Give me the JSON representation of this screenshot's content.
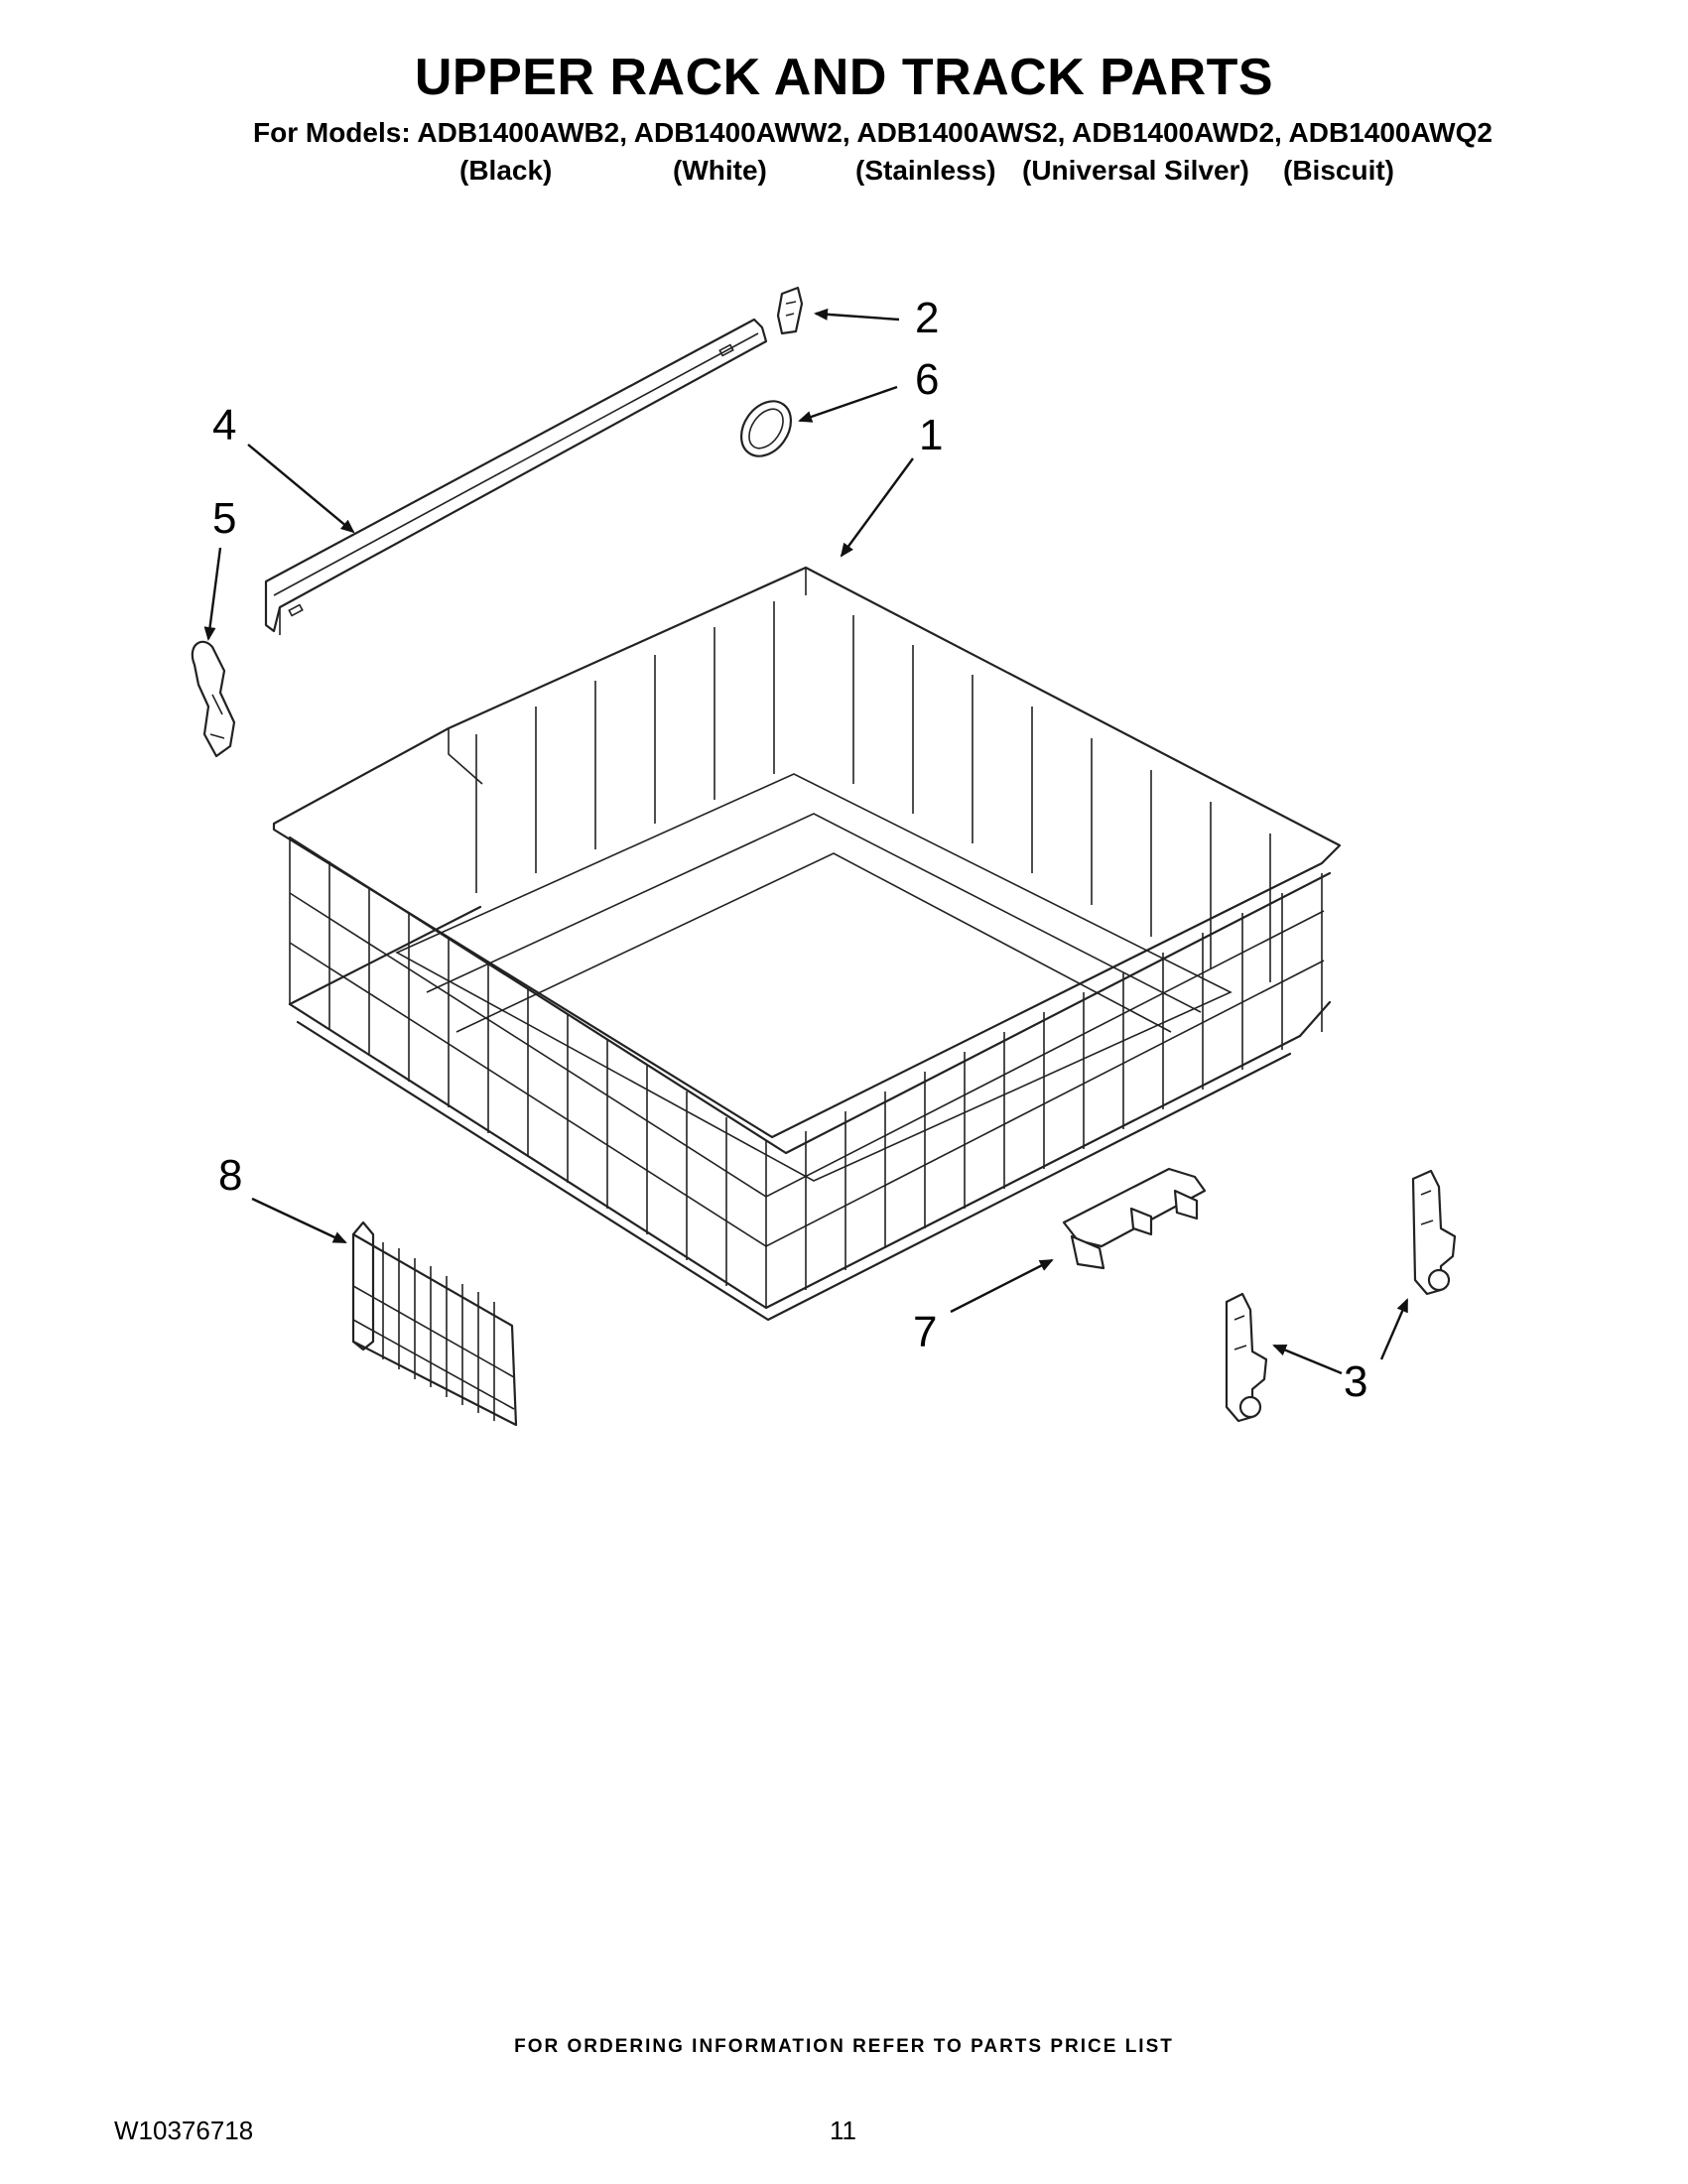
{
  "header": {
    "title": "UPPER RACK AND TRACK PARTS",
    "models_line": "For Models: ADB1400AWB2, ADB1400AWW2, ADB1400AWS2, ADB1400AWD2, ADB1400AWQ2",
    "colors": [
      "(Black)",
      "(White)",
      "(Stainless)",
      "(Universal Silver)",
      "(Biscuit)"
    ]
  },
  "callouts": {
    "c1": "1",
    "c2": "2",
    "c3": "3",
    "c4": "4",
    "c5": "5",
    "c6": "6",
    "c7": "7",
    "c8": "8"
  },
  "footer": {
    "note": "FOR ORDERING INFORMATION REFER TO PARTS PRICE LIST",
    "doc_number": "W10376718",
    "page_number": "11"
  }
}
